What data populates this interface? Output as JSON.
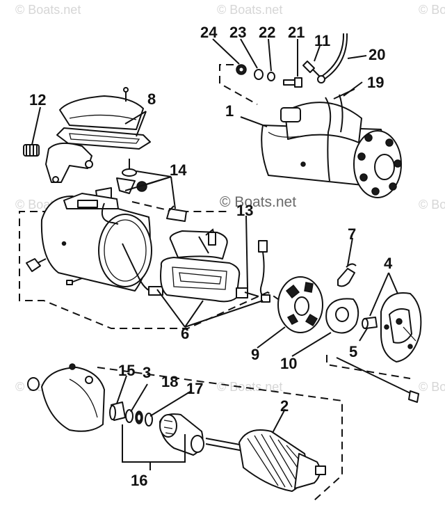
{
  "watermark": {
    "text": "© Boats.net"
  },
  "callouts": [
    {
      "id": "c1",
      "text": "1"
    },
    {
      "id": "c2",
      "text": "2"
    },
    {
      "id": "c3",
      "text": "3"
    },
    {
      "id": "c4",
      "text": "4"
    },
    {
      "id": "c5",
      "text": "5"
    },
    {
      "id": "c6",
      "text": "6"
    },
    {
      "id": "c7",
      "text": "7"
    },
    {
      "id": "c8",
      "text": "8"
    },
    {
      "id": "c9",
      "text": "9"
    },
    {
      "id": "c10",
      "text": "10"
    },
    {
      "id": "c11",
      "text": "11"
    },
    {
      "id": "c12",
      "text": "12"
    },
    {
      "id": "c13",
      "text": "13"
    },
    {
      "id": "c14",
      "text": "14"
    },
    {
      "id": "c15",
      "text": "15"
    },
    {
      "id": "c16",
      "text": "16"
    },
    {
      "id": "c17",
      "text": "17"
    },
    {
      "id": "c18",
      "text": "18"
    },
    {
      "id": "c19",
      "text": "19"
    },
    {
      "id": "c20",
      "text": "20"
    },
    {
      "id": "c21",
      "text": "21"
    },
    {
      "id": "c22",
      "text": "22"
    },
    {
      "id": "c23",
      "text": "23"
    },
    {
      "id": "c24",
      "text": "24"
    }
  ]
}
